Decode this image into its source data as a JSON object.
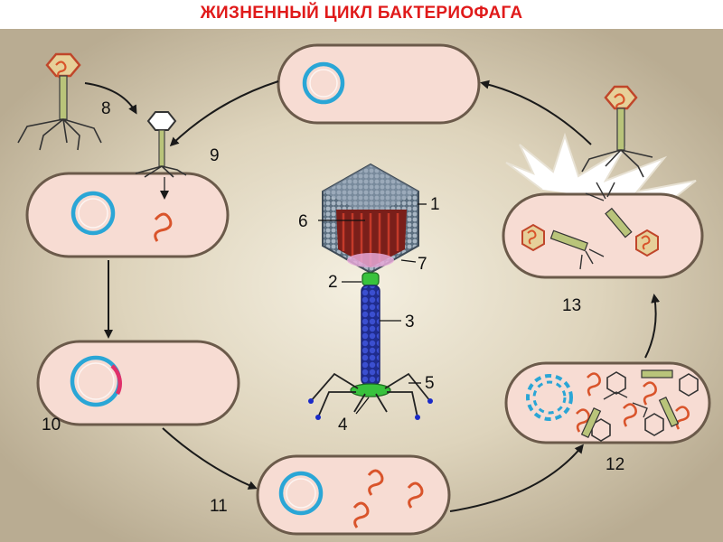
{
  "title": "ЖИЗНЕННЫЙ ЦИКЛ БАКТЕРИОФАГА",
  "part_labels": [
    "1",
    "2",
    "3",
    "4",
    "5",
    "6",
    "7"
  ],
  "stage_labels": [
    "8",
    "9",
    "10",
    "11",
    "12",
    "13"
  ],
  "colors": {
    "title": "#e01a1a",
    "background": "#d6ccb2",
    "cell_fill": "#f7dcd3",
    "cell_outline": "#6b5a4a",
    "bacterial_dna": "#2aa6d6",
    "phage_dna": "#d9542b",
    "phage_head": "#7a8fa0",
    "phage_tail": "#2b3bb0"
  },
  "icons": [
    "bacteriophage-icon",
    "bacterial-cell-icon",
    "circular-dna-icon",
    "viral-dna-icon",
    "cycle-arrow-icon"
  ]
}
